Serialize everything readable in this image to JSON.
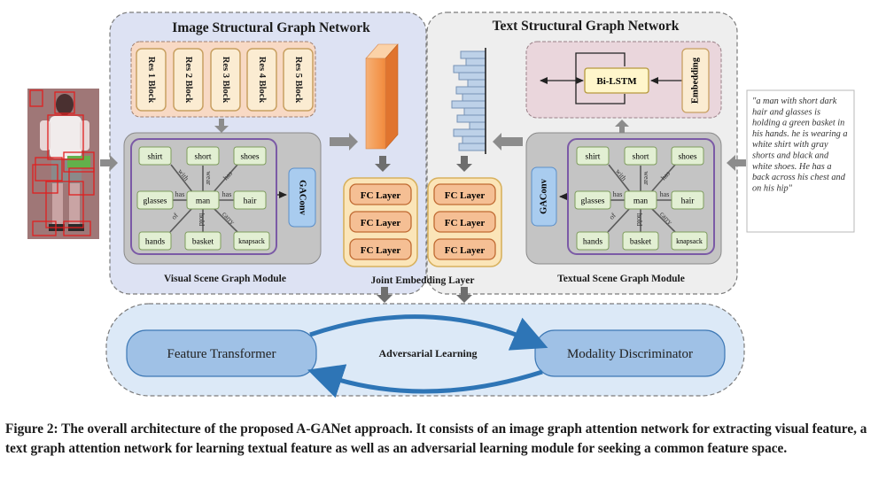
{
  "figure": {
    "image_panel_title": "Image Structural Graph Network",
    "text_panel_title": "Text Structural Graph Network",
    "res_blocks": [
      "Res 1 Block",
      "Res 2 Block",
      "Res 3 Block",
      "Res 4 Block",
      "Res 5 Block"
    ],
    "graph_nodes": {
      "shirt": "shirt",
      "short": "short",
      "shoes": "shoes",
      "glasses": "glasses",
      "man": "man",
      "hair": "hair",
      "hands": "hands",
      "basket": "basket",
      "knapsack": "knapsack"
    },
    "graph_edges": {
      "with": "with",
      "wear": "wear",
      "has_left": "has",
      "has_right": "has",
      "of": "of",
      "hold": "hold",
      "carry": "carry"
    },
    "gaconv": "GAConv",
    "visual_module_label": "Visual Scene Graph Module",
    "textual_module_label": "Textual Scene Graph Module",
    "fc_layer": "FC Layer",
    "joint_embedding_label": "Joint Embedding Layer",
    "bilstm": "Bi-LSTM",
    "embedding": "Embedding",
    "description": "\"a man with short dark hair and glasses is holding a green basket in his hands. he is wearing a white shirt with gray shorts and black and white shoes. He has a back across his chest and on his hip\"",
    "feature_transformer": "Feature Transformer",
    "adversarial_learning": "Adversarial Learning",
    "modality_discriminator": "Modality Discriminator"
  },
  "caption": "Figure 2: The overall architecture of the proposed A-GANet approach. It consists of an image graph attention network for extracting visual feature, a text graph attention network for learning textual feature as well as an adversarial learning module for seeking a common feature space.",
  "colors": {
    "image_panel": "#dde2f3",
    "text_panel": "#eeeeee",
    "res_container": "#f8d9c4",
    "res_block": "#fbecd2",
    "graph_bg": "#c4c4c4",
    "graph_border": "#7b5aa6",
    "node": "#e2efd3",
    "gaconv": "#a9ccef",
    "fc_layer": "#f5bf94",
    "fc_container": "#fbe5b8",
    "bilstm_container": "#ead6dc",
    "bilstm": "#fff6cb",
    "bottom_panel": "#dce9f7",
    "ellipse": "#9fc1e6",
    "arrow": "#2e75b6"
  }
}
